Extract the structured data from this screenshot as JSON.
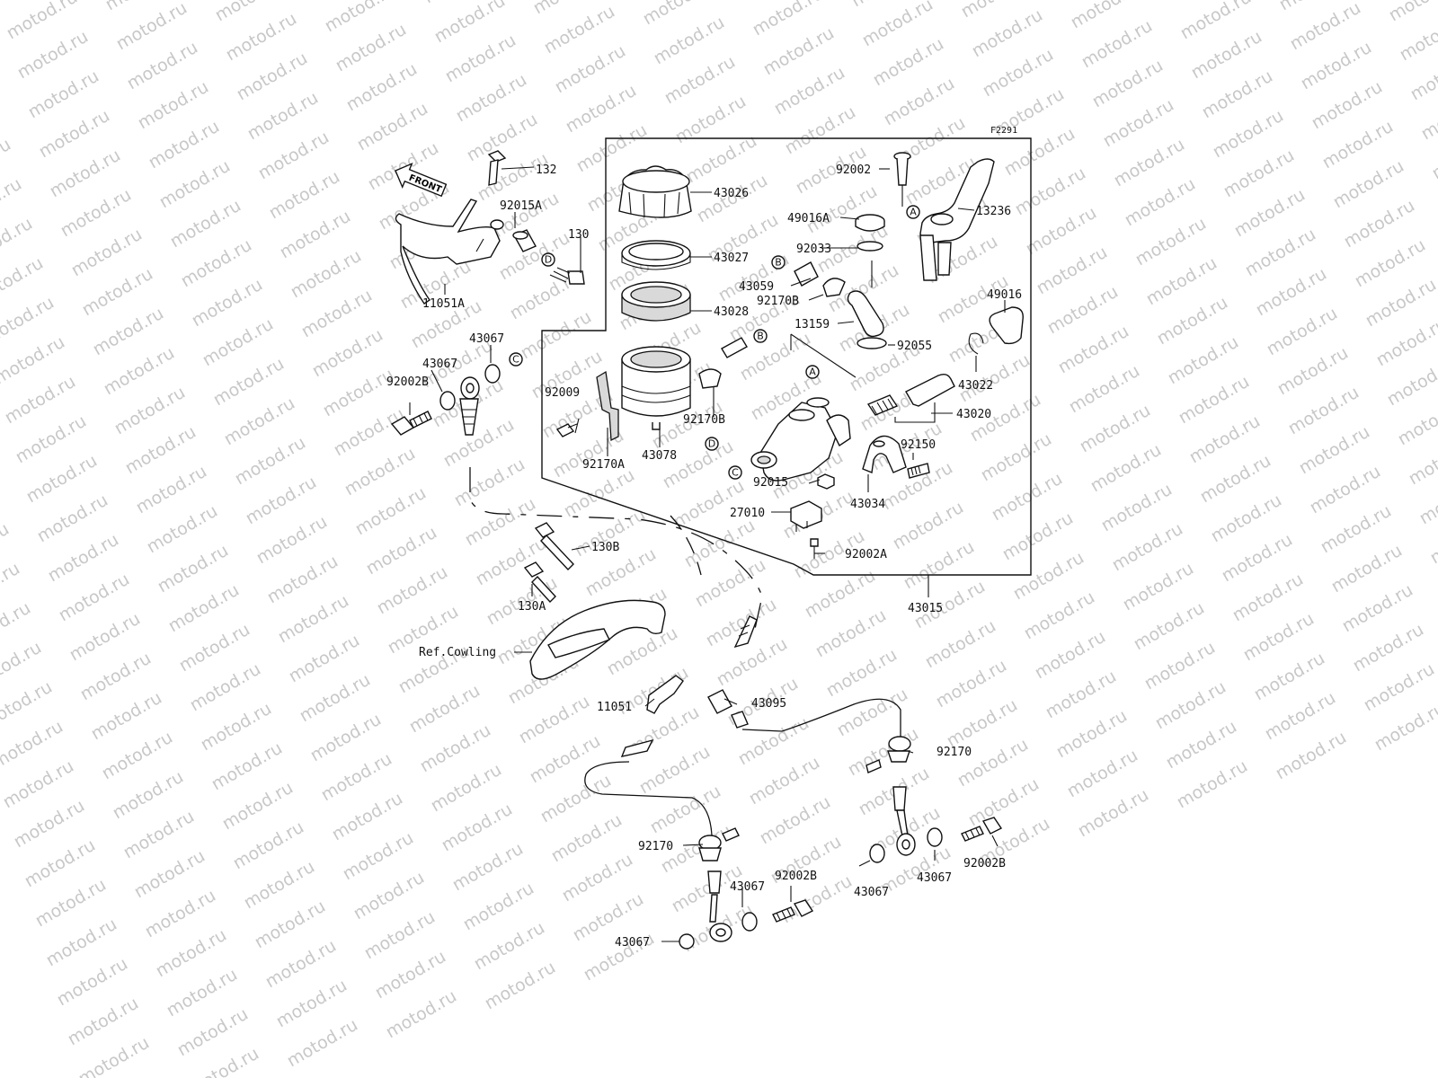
{
  "figure_code": "F2291",
  "watermark": "motod.ru",
  "front_label": "FRONT",
  "reference_note": "Ref.Cowling",
  "parts": {
    "p43026": "43026",
    "p43027": "43027",
    "p43028": "43028",
    "p43078": "43078",
    "p92002_top": "92002",
    "p49016A": "49016A",
    "p92033": "92033",
    "p43059": "43059",
    "p92170B_top": "92170B",
    "p13159": "13159",
    "p92055": "92055",
    "p13236": "13236",
    "p49016": "49016",
    "p43022": "43022",
    "p43020": "43020",
    "p92150": "92150",
    "p43034": "43034",
    "p92015": "92015",
    "p27010": "27010",
    "p92002A": "92002A",
    "p43015": "43015",
    "p92009": "92009",
    "p92170A": "92170A",
    "p92170B_mid": "92170B",
    "p132": "132",
    "p92015A": "92015A",
    "p130": "130",
    "p11051A": "11051A",
    "p43067_a": "43067",
    "p43067_b": "43067",
    "p92002B_left": "92002B",
    "p130B": "130B",
    "p130A": "130A",
    "p11051": "11051",
    "p43095": "43095",
    "p92170_right": "92170",
    "p92170_left": "92170",
    "p43067_c": "43067",
    "p92002B_bl": "92002B",
    "p43067_d": "43067",
    "p43067_e": "43067",
    "p43067_f": "43067",
    "p92002B_br": "92002B"
  },
  "link_markers": {
    "A": "A",
    "B": "B",
    "C": "C",
    "D": "D"
  }
}
